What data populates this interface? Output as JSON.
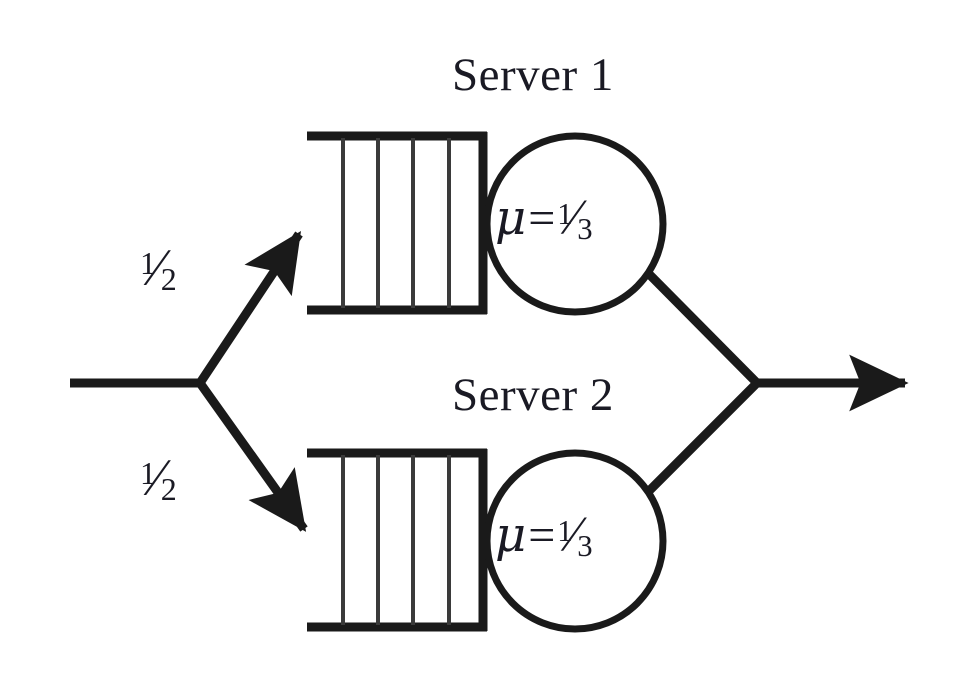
{
  "diagram": {
    "type": "queueing-network",
    "description": "Two parallel single-server queues fed by a split arrival stream",
    "background_color": "#ffffff",
    "line_color": "#1a1a1a",
    "text_color": "#1a1a24",
    "arrival": {
      "label": "",
      "split_labels": [
        "½",
        "½"
      ],
      "split_numerator": "1",
      "split_denominator": "2",
      "solidus": "⁄"
    },
    "servers": [
      {
        "title": "Server 1",
        "queue_slots": 5,
        "rate_symbol": "μ",
        "equals": "=",
        "rate_numerator": "1",
        "rate_denominator": "3",
        "rate_text": "μ=⅓"
      },
      {
        "title": "Server 2",
        "queue_slots": 5,
        "rate_symbol": "μ",
        "equals": "=",
        "rate_numerator": "1",
        "rate_denominator": "3",
        "rate_text": "μ=⅓"
      }
    ],
    "departure": {
      "label": ""
    }
  }
}
